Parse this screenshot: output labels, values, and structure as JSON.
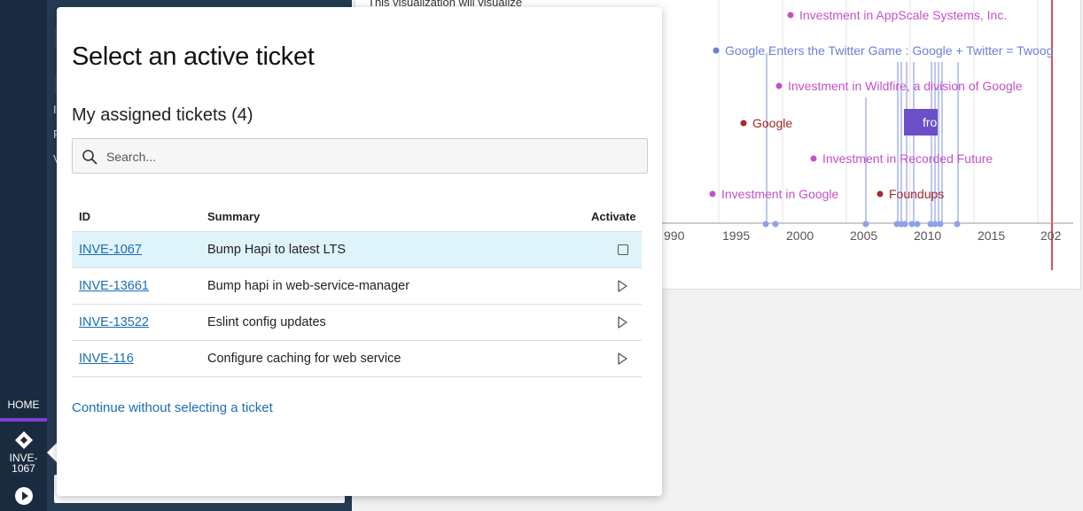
{
  "rail": {
    "home_label": "HOME",
    "ticket_label_line1": "INVE-",
    "ticket_label_line2": "1067"
  },
  "panel2": {
    "fragments": [
      "I",
      "F",
      "V"
    ]
  },
  "chart": {
    "top_note": "This visualization will visualize",
    "events": [
      {
        "label": "Investment in AppScale Systems, Inc.",
        "color": "#c451c9"
      },
      {
        "label": "Google Enters the Twitter Game : Google + Twitter = Twoog",
        "color": "#6d7fd6"
      },
      {
        "label": "Investment in Wildfire, a division of Google",
        "color": "#c451c9"
      },
      {
        "label": "Google",
        "color": "#a52a2a"
      },
      {
        "label": "fro",
        "color": "#6a4fc8"
      },
      {
        "label": "Investment in Recorded Future",
        "color": "#c451c9"
      },
      {
        "label": "Investment in Google",
        "color": "#c451c9"
      },
      {
        "label": "Foundups",
        "color": "#a52a2a"
      }
    ],
    "axis_ticks": [
      "990",
      "1995",
      "2000",
      "2005",
      "2010",
      "2015",
      "202"
    ]
  },
  "modal": {
    "title": "Select an active ticket",
    "subtitle": "My assigned tickets (4)",
    "search_placeholder": "Search...",
    "columns": {
      "id": "ID",
      "summary": "Summary",
      "activate": "Activate"
    },
    "tickets": [
      {
        "id": "INVE-1067",
        "summary": "Bump Hapi to latest LTS",
        "active": true
      },
      {
        "id": "INVE-13661",
        "summary": "Bump hapi in web-service-manager",
        "active": false
      },
      {
        "id": "INVE-13522",
        "summary": "Eslint config updates",
        "active": false
      },
      {
        "id": "INVE-116",
        "summary": "Configure caching for web service",
        "active": false
      }
    ],
    "continue_label": "Continue without selecting a ticket"
  }
}
